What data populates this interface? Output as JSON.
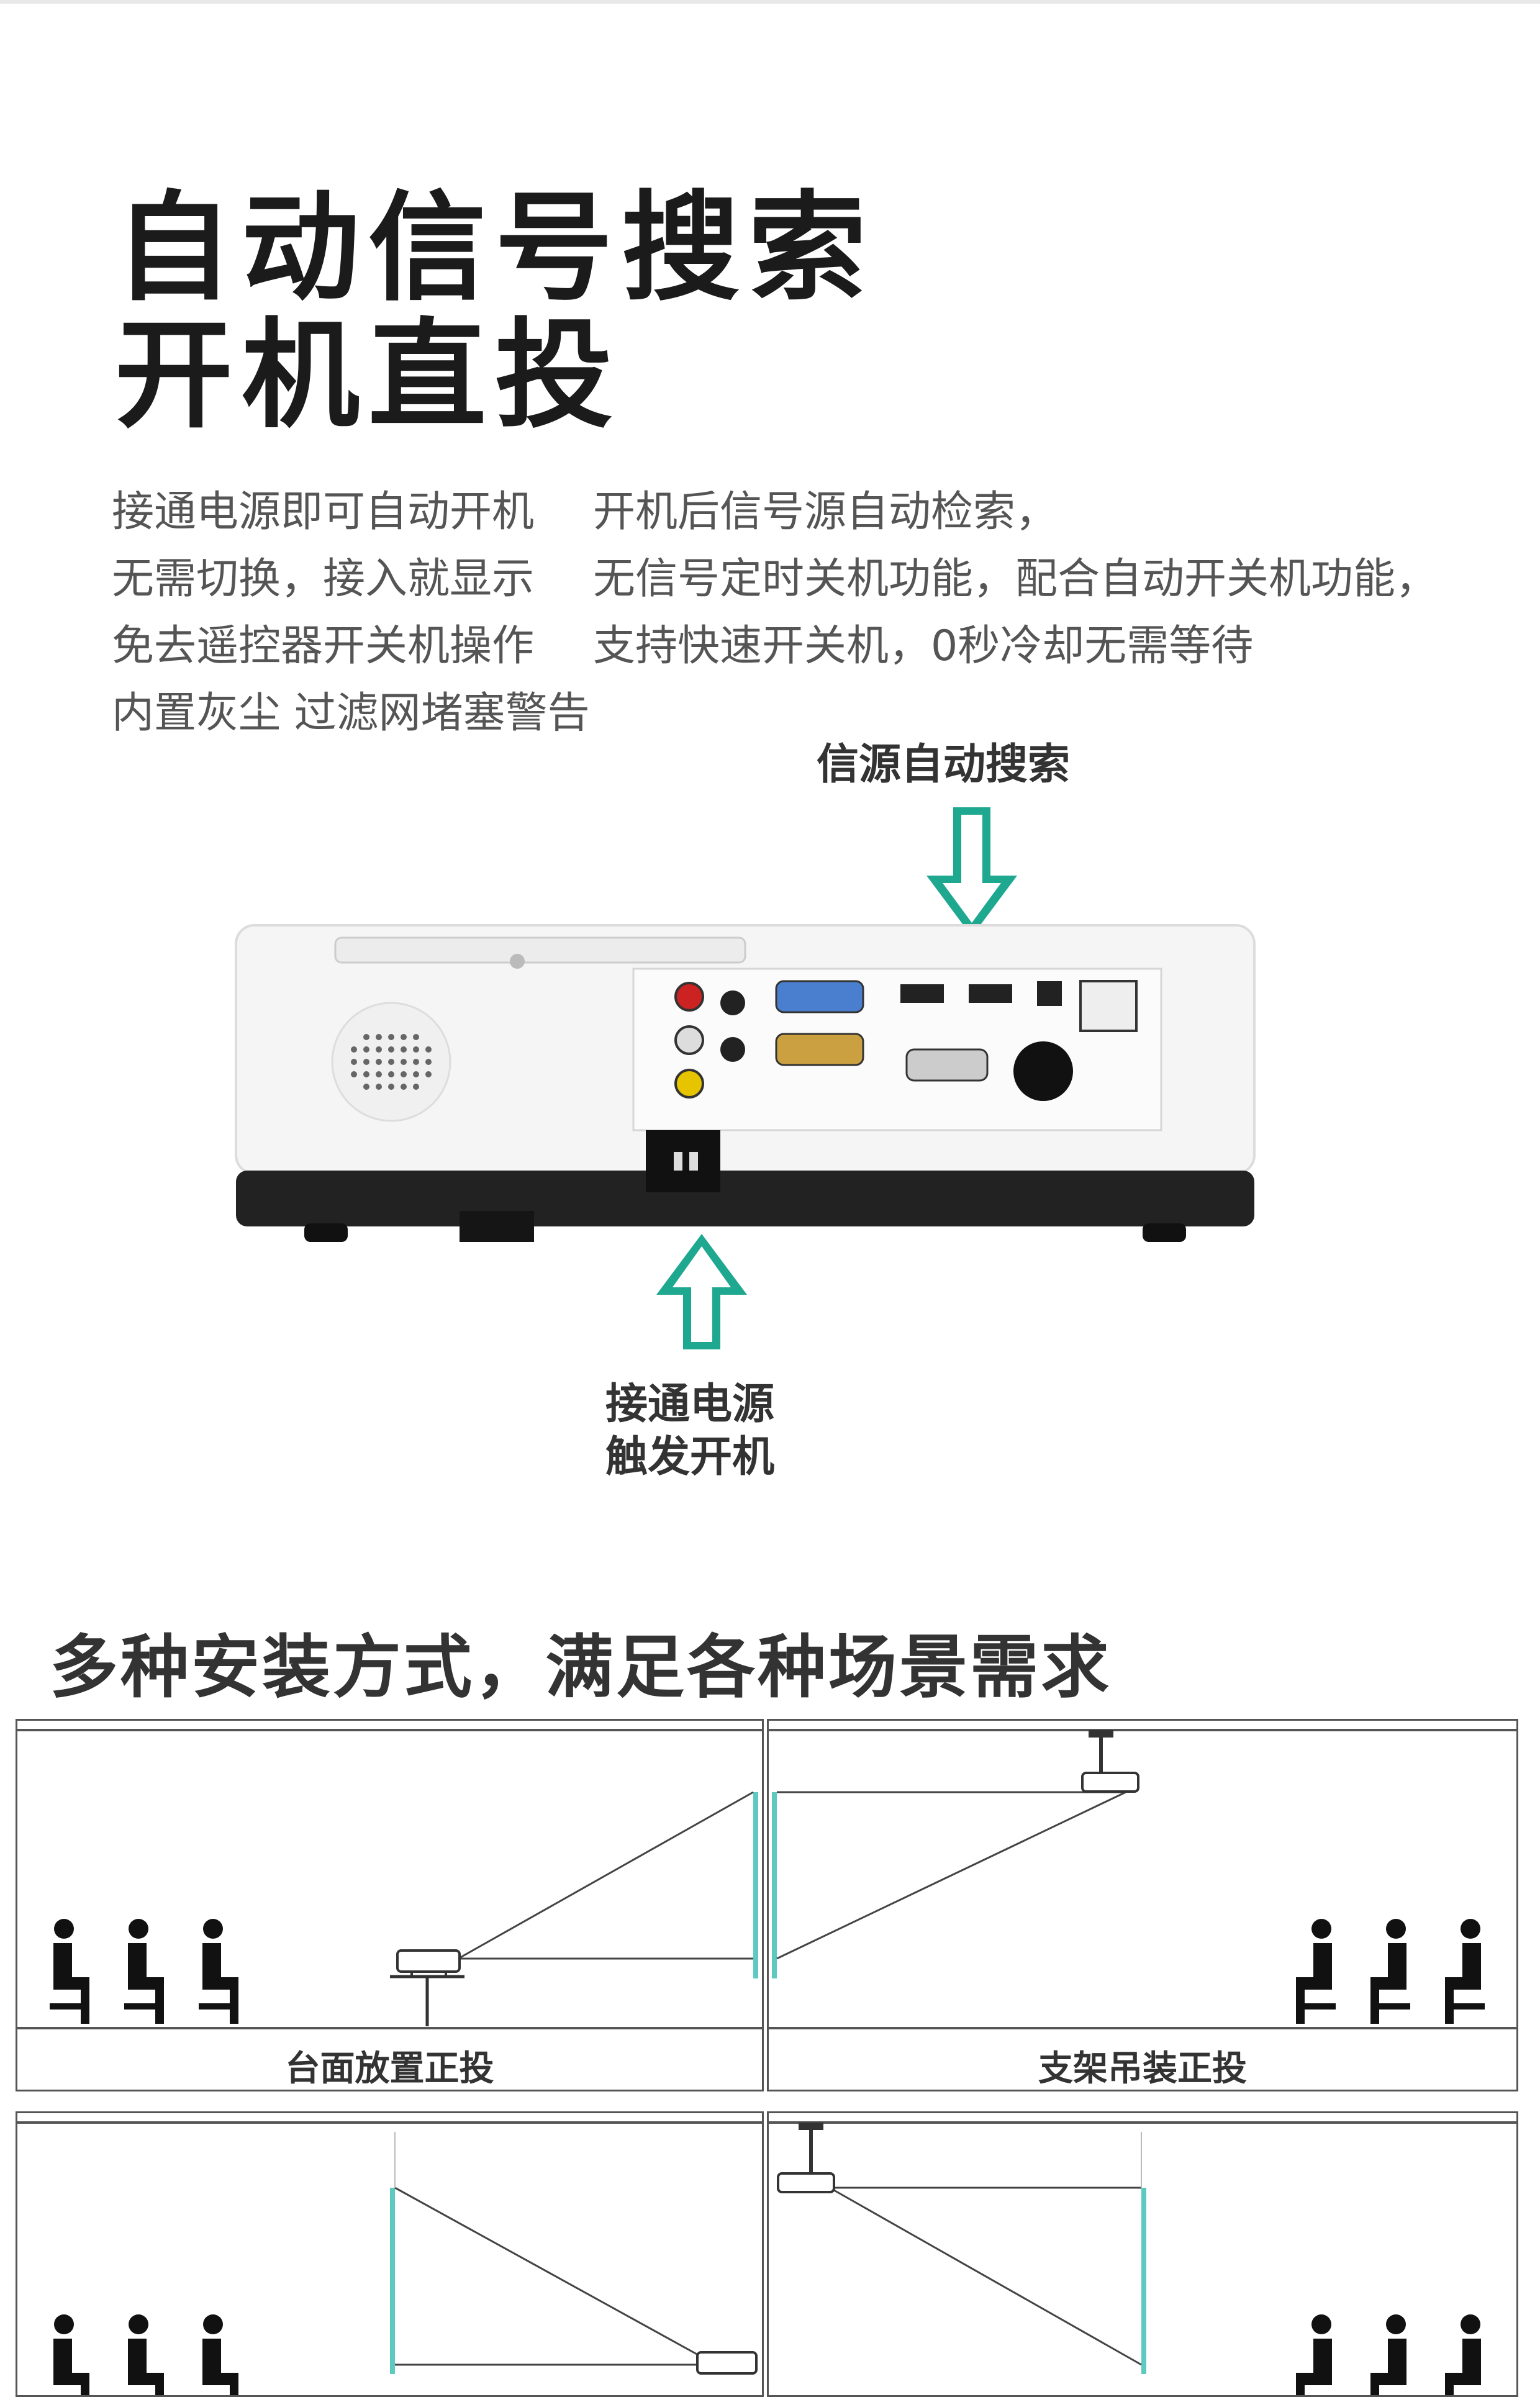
{
  "headline": {
    "line1": "自动信号搜索",
    "line2": "开机直投"
  },
  "features": {
    "left": [
      "接通电源即可自动开机",
      "无需切换，接入就显示",
      "免去遥控器开关机操作",
      "内置灰尘 过滤网堵塞警告"
    ],
    "right": [
      "开机后信号源自动检索，",
      "无信号定时关机功能，配合自动开关机功能，",
      "支持快速开关机，0秒冷却无需等待"
    ]
  },
  "callouts": {
    "source_search": "信源自动搜索",
    "power_on_line1": "接通电源",
    "power_on_line2": "触发开机"
  },
  "install": {
    "title": "多种安装方式，满足各种场景需求",
    "panels": [
      {
        "caption": "台面放置正投"
      },
      {
        "caption": "支架吊装正投"
      },
      {
        "caption": ""
      },
      {
        "caption": ""
      }
    ]
  },
  "colors": {
    "accent": "#1fa890",
    "screen": "#5ec9c0",
    "text_dark": "#1b1b1b",
    "text_gray": "#555555"
  },
  "icons": [
    "arrow-down-icon",
    "arrow-up-icon",
    "audience-icon",
    "projector-icon"
  ]
}
